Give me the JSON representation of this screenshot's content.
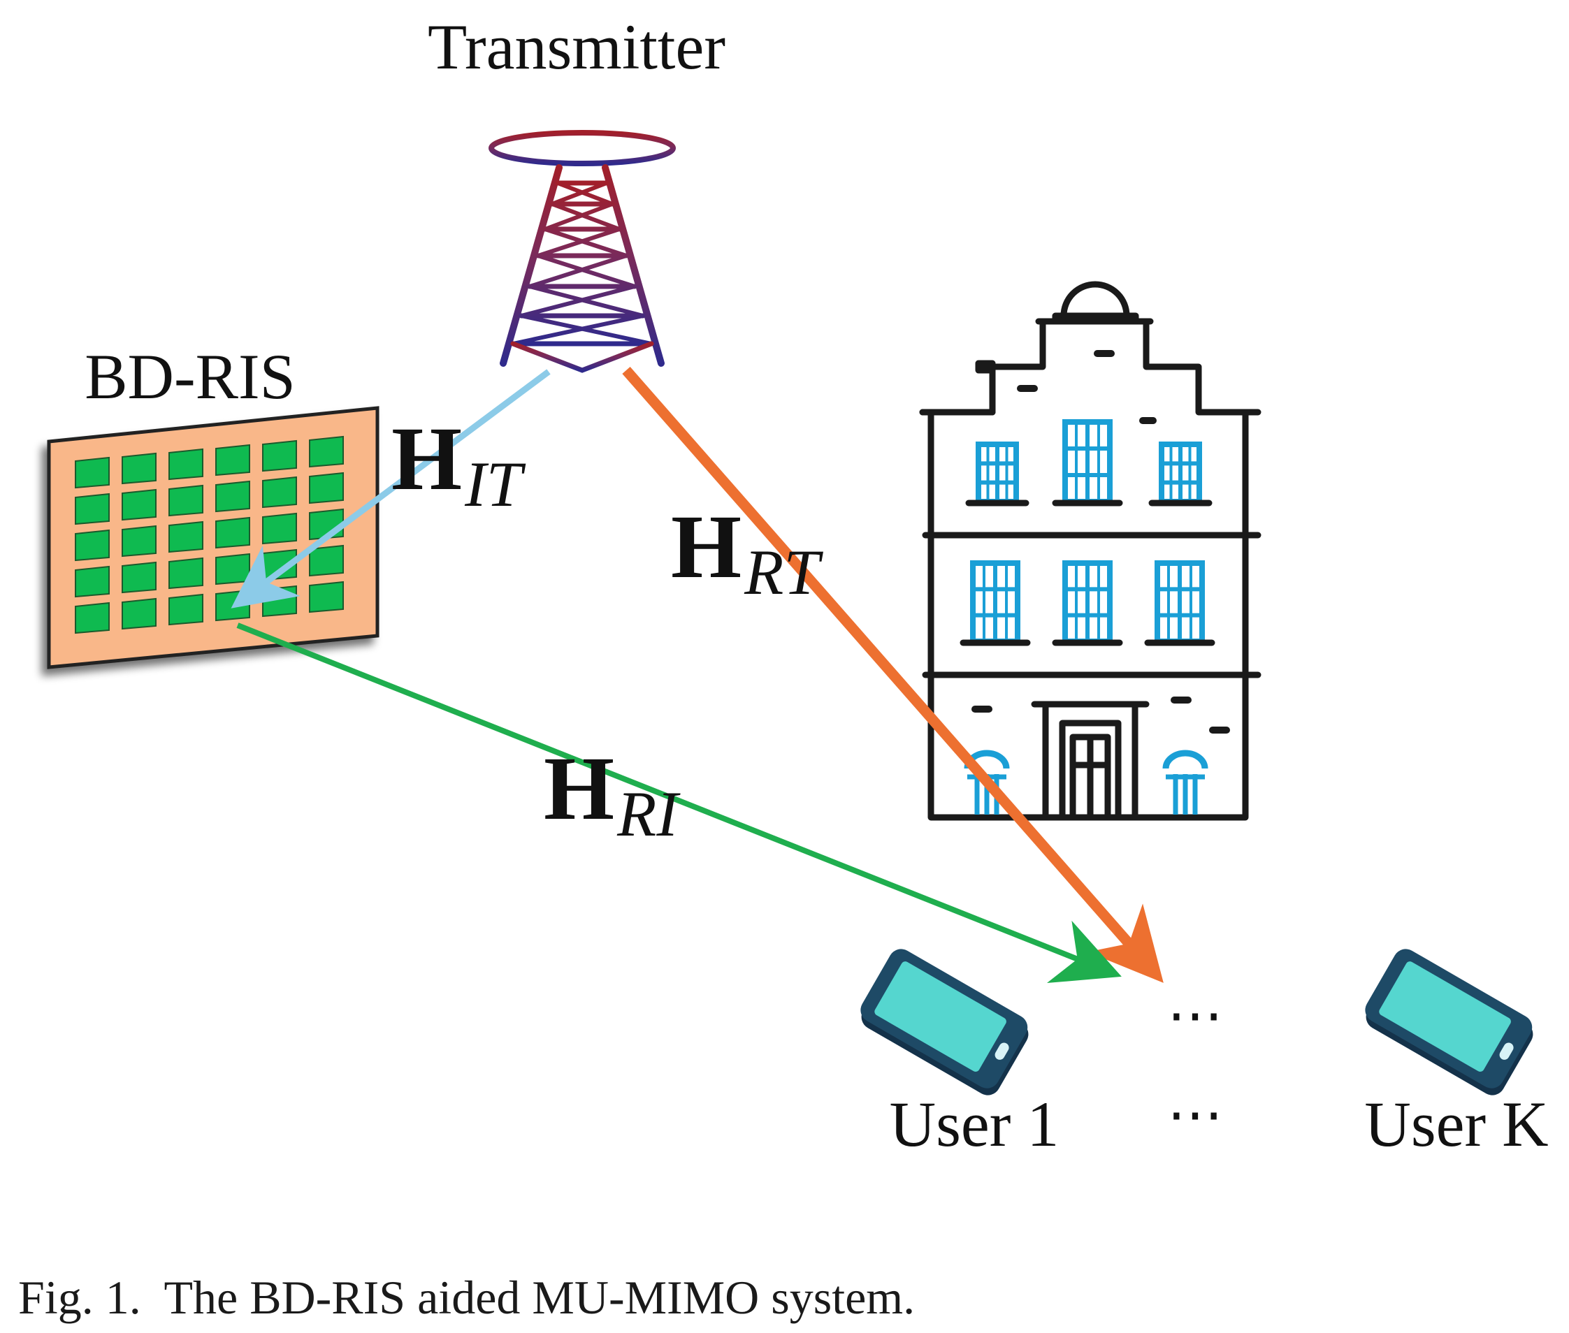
{
  "labels": {
    "transmitter": "Transmitter",
    "ris": "BD-RIS",
    "user1": "User 1",
    "userK": "User K",
    "dots_phones": "⋯",
    "dots_labels": "⋯"
  },
  "channels": {
    "it": {
      "main": "H",
      "sub": "IT",
      "color": "#8ccbe8"
    },
    "rt": {
      "main": "H",
      "sub": "RT",
      "color": "#ed7030"
    },
    "ri": {
      "main": "H",
      "sub": "RI",
      "color": "#1fae4e"
    }
  },
  "caption": "Fig. 1.  The BD-RIS aided MU-MIMO system.",
  "colors": {
    "ris_panel": "#f9b789",
    "ris_element": "#0fba50",
    "window": "#1a9fd6",
    "phone_screen": "#55d6cf",
    "phone_body": "#1e4a66"
  },
  "icons": {
    "tower": "transmitter-tower-icon",
    "ris": "ris-panel-icon",
    "building": "building-icon",
    "phone": "smartphone-icon"
  }
}
